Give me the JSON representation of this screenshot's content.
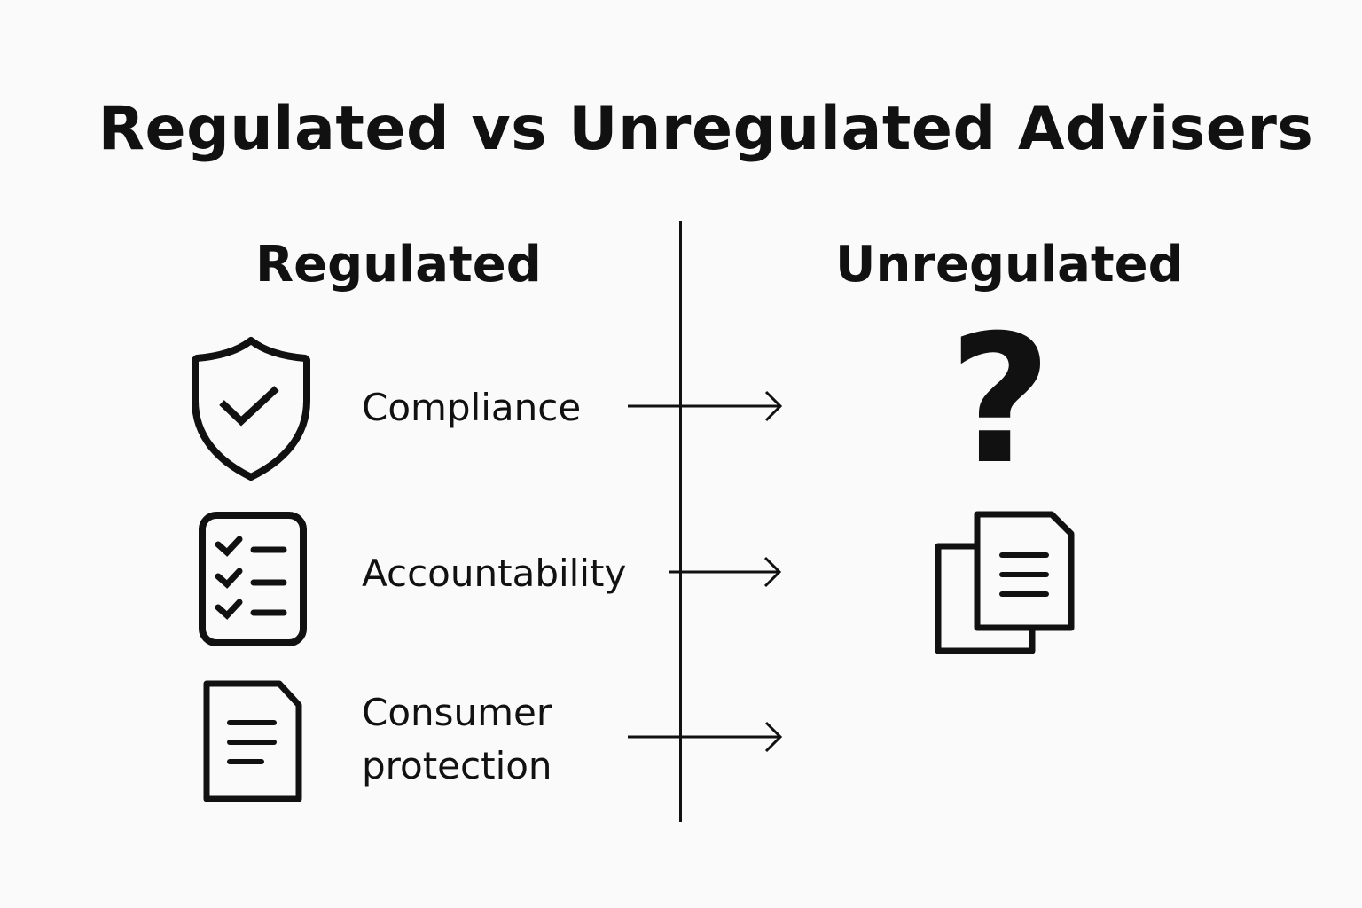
{
  "title": "Regulated vs Unregulated Advisers",
  "left": {
    "heading": "Regulated",
    "items": [
      {
        "label": "Compliance",
        "icon": "shield-check-icon"
      },
      {
        "label": "Accountability",
        "icon": "checklist-icon"
      },
      {
        "label_line1": "Consumer",
        "label_line2": "protection",
        "icon": "document-icon"
      }
    ]
  },
  "right": {
    "heading": "Unregulated",
    "icons": [
      "question-mark-icon",
      "copy-documents-icon"
    ]
  },
  "colors": {
    "ink": "#111111",
    "background": "#fafafa"
  }
}
